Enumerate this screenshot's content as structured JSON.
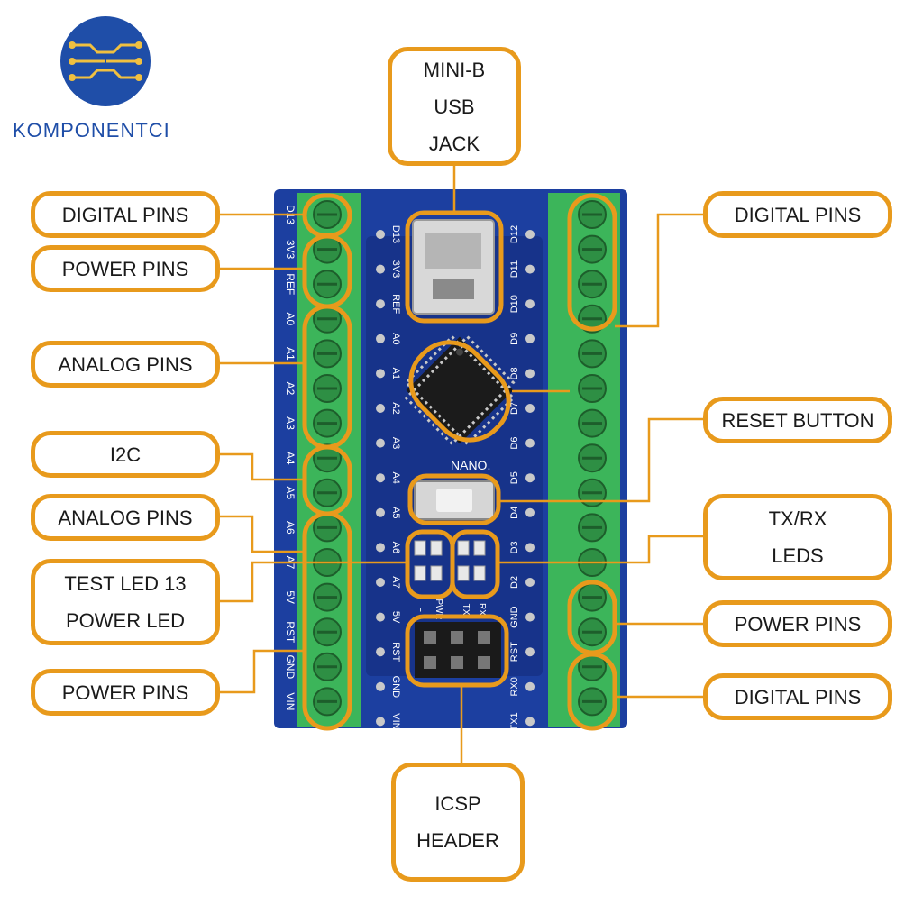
{
  "brand": {
    "name": "KOMPONENTCI",
    "color": "#1f4ea8"
  },
  "accent_color": "#e89a1c",
  "pcb_color": "#1c3fa0",
  "terminal_color": "#3cb55a",
  "callouts": {
    "usb": [
      "MINI-B",
      "USB",
      "JACK"
    ],
    "left_digital": [
      "DIGITAL PINS"
    ],
    "left_power_top": [
      "POWER PINS"
    ],
    "left_analog_top": [
      "ANALOG PINS"
    ],
    "i2c": [
      "I2C"
    ],
    "left_analog_bottom": [
      "ANALOG PINS"
    ],
    "test_led": [
      "TEST LED 13",
      "POWER LED"
    ],
    "left_power_bottom": [
      "POWER PINS"
    ],
    "right_digital_top": [
      "DIGITAL PINS"
    ],
    "reset": [
      "RESET BUTTON"
    ],
    "txrx": [
      "TX/RX",
      "LEDS"
    ],
    "right_power": [
      "POWER PINS"
    ],
    "right_digital_bottom": [
      "DIGITAL PINS"
    ],
    "icsp": [
      "ICSP",
      "HEADER"
    ]
  },
  "board": {
    "silk_name": "NANO.",
    "left_header_labels": [
      "D13",
      "3V3",
      "REF",
      "A0",
      "A1",
      "A2",
      "A3",
      "A4",
      "A5",
      "A6",
      "A7",
      "5V",
      "RST",
      "GND",
      "VIN"
    ],
    "right_header_labels": [
      "D12",
      "D11",
      "D10",
      "D9",
      "D8",
      "D7",
      "D6",
      "D5",
      "D4",
      "D3",
      "D2",
      "GND",
      "RST",
      "RX0",
      "TX1"
    ],
    "left_terminal_labels": [
      "D13",
      "3V3",
      "REF",
      "A0",
      "A1",
      "A2",
      "A3",
      "A4",
      "A5",
      "A6",
      "A7",
      "5V",
      "RST",
      "GND",
      "VIN"
    ],
    "led_labels": [
      "L",
      "PWR",
      "TX",
      "RX"
    ]
  }
}
